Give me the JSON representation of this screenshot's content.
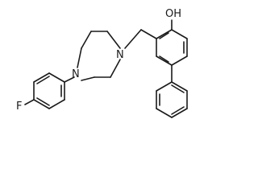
{
  "molecule": {
    "atoms": {
      "hydroxyl": "OH",
      "piperazine_n1": "N",
      "piperazine_n4": "N",
      "fluorine": "F"
    }
  },
  "colors": {
    "bond": "#1a1a1a",
    "background": "#ffffff"
  }
}
